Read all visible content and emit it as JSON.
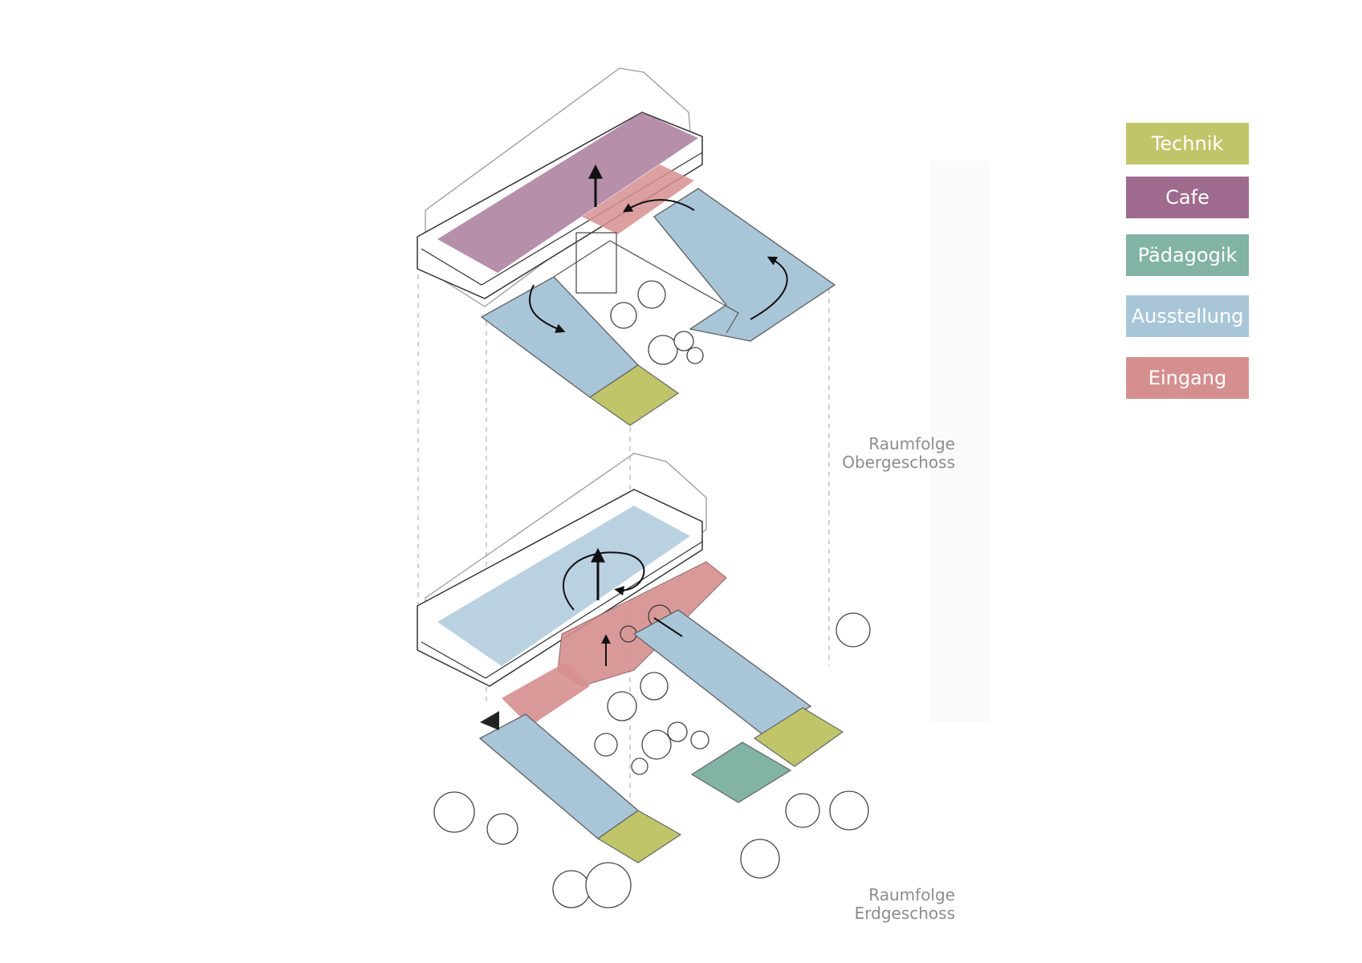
{
  "legend": [
    {
      "label": "Technik",
      "color": "#c0c56a"
    },
    {
      "label": "Cafe",
      "color": "#9e6a8d"
    },
    {
      "label": "Pädagogik",
      "color": "#82b3a4"
    },
    {
      "label": "Ausstellung",
      "color": "#a9c6d9"
    },
    {
      "label": "Eingang",
      "color": "#d68f8f"
    }
  ],
  "captions": {
    "upper": {
      "line1": "Raumfolge",
      "line2": "Obergeschoss"
    },
    "lower": {
      "line1": "Raumfolge",
      "line2": "Erdgeschoss"
    }
  },
  "colors": {
    "outline": "#333333",
    "guide": "#b0b0b0",
    "arrow": "#111111"
  }
}
